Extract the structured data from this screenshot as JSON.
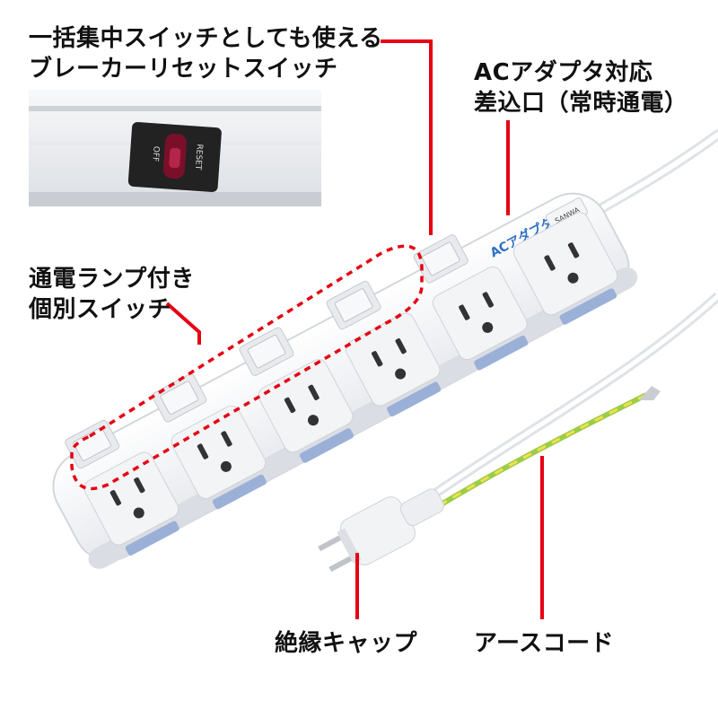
{
  "labels": {
    "breaker_line1": "一括集中スイッチとしても使える",
    "breaker_line2": "ブレーカーリセットスイッチ",
    "ac_line1": "ACアダプタ対応",
    "ac_line2": "差込口（常時通電）",
    "lamp_line1": "通電ランプ付き",
    "lamp_line2": "個別スイッチ",
    "cap": "絶縁キャップ",
    "earth": "アースコード"
  },
  "product": {
    "adapter_text": "ACアダプタ",
    "brand": "SANWA",
    "switch_reset": "RESET",
    "switch_off": "OFF"
  },
  "colors": {
    "annotation_red": "#e60012",
    "housing": "#eef0f3",
    "accent_blue": "#9ab0d6",
    "lamp_red": "#7a0f2a"
  }
}
